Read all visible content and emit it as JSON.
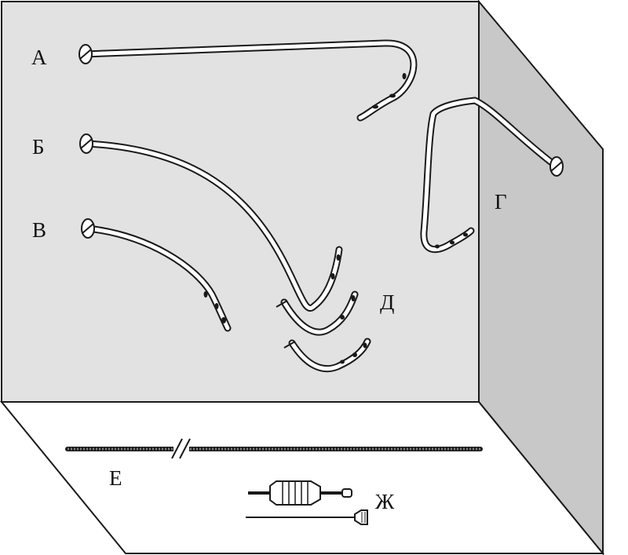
{
  "labels": {
    "a": "А",
    "b": "Б",
    "v": "В",
    "g": "Г",
    "d": "Д",
    "e": "Е",
    "zh": "Ж"
  },
  "colors": {
    "back_panel": "#e2e2e2",
    "side_panel": "#c8c8c8",
    "floor_panel": "#ffffff",
    "outline": "#1a1a1a",
    "catheter_fill": "#ffffff",
    "hole": "#1a1a1a"
  },
  "icons": {
    "catheter_head": "slotted-screw-icon",
    "break_mark": "double-slash-icon"
  }
}
